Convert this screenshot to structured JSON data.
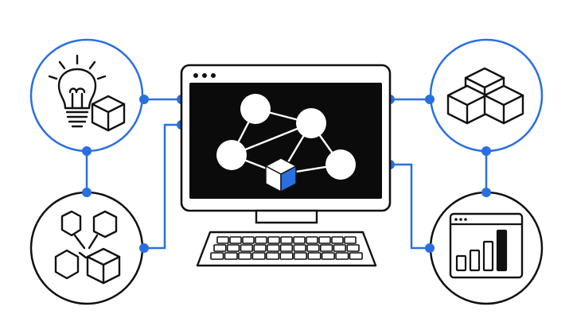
{
  "colors": {
    "accent": "#2a6fe0",
    "ink": "#111111",
    "screen": "#0b0b0b",
    "paper": "#ffffff"
  },
  "nodes": [
    {
      "id": "idea",
      "icon": "lightbulb-and-cube-icon",
      "border": "accent"
    },
    {
      "id": "assemble",
      "icon": "hexagon-pieces-and-cube-icon",
      "border": "ink"
    },
    {
      "id": "cubes",
      "icon": "stacked-cubes-icon",
      "border": "accent"
    },
    {
      "id": "analytics",
      "icon": "browser-bar-chart-icon",
      "border": "ink"
    }
  ],
  "center": {
    "device": "desktop-computer-icon",
    "screen_graph": "network-graph-icon"
  },
  "bar_chart": {
    "values": [
      0.35,
      0.5,
      0.72,
      1.0
    ],
    "highlighted_index": 3
  }
}
